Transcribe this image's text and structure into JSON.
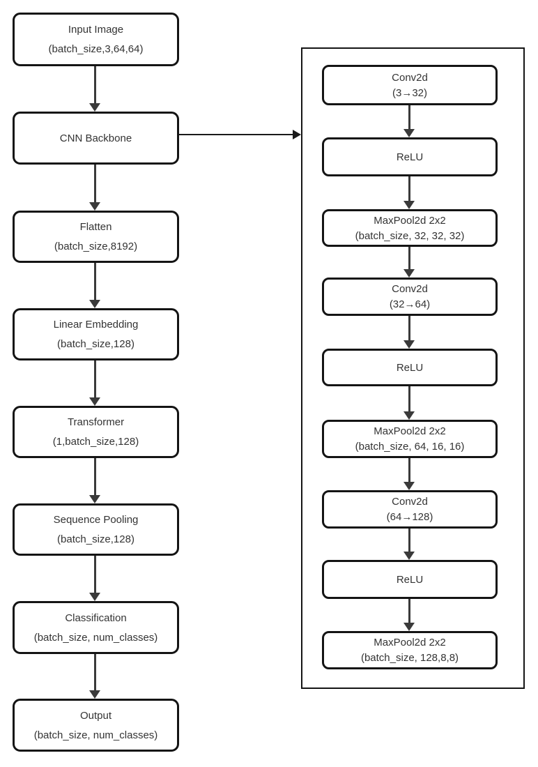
{
  "diagram": {
    "type": "flowchart",
    "subject": "CNN + Transformer image classification architecture",
    "colors": {
      "background": "#ffffff",
      "box_border": "#141414",
      "text": "#333333",
      "arrow": "#3a3a3a"
    },
    "left_column": {
      "nodes": [
        {
          "title": "Input Image",
          "subtitle": "(batch_size,3,64,64)"
        },
        {
          "title": "CNN Backbone",
          "subtitle": ""
        },
        {
          "title": "Flatten",
          "subtitle": "(batch_size,8192)"
        },
        {
          "title": "Linear Embedding",
          "subtitle": "(batch_size,128)"
        },
        {
          "title": "Transformer",
          "subtitle": "(1,batch_size,128)"
        },
        {
          "title": "Sequence Pooling",
          "subtitle": "(batch_size,128)"
        },
        {
          "title": "Classification",
          "subtitle": "(batch_size, num_classes)"
        },
        {
          "title": "Output",
          "subtitle": "(batch_size, num_classes)"
        }
      ]
    },
    "backbone_panel": {
      "nodes": [
        {
          "title": "Conv2d",
          "subtitle": "(3→32)"
        },
        {
          "title": "ReLU",
          "subtitle": ""
        },
        {
          "title": "MaxPool2d 2x2",
          "subtitle": "(batch_size, 32, 32, 32)"
        },
        {
          "title": "Conv2d",
          "subtitle": "(32→64)"
        },
        {
          "title": "ReLU",
          "subtitle": ""
        },
        {
          "title": "MaxPool2d 2x2",
          "subtitle": "(batch_size, 64, 16, 16)"
        },
        {
          "title": "Conv2d",
          "subtitle": "(64→128)"
        },
        {
          "title": "ReLU",
          "subtitle": ""
        },
        {
          "title": "MaxPool2d 2x2",
          "subtitle": "(batch_size, 128,8,8)"
        }
      ]
    },
    "edges": [
      {
        "from": "Input Image",
        "to": "CNN Backbone"
      },
      {
        "from": "CNN Backbone",
        "to": "Flatten"
      },
      {
        "from": "Flatten",
        "to": "Linear Embedding"
      },
      {
        "from": "Linear Embedding",
        "to": "Transformer"
      },
      {
        "from": "Transformer",
        "to": "Sequence Pooling"
      },
      {
        "from": "Sequence Pooling",
        "to": "Classification"
      },
      {
        "from": "Classification",
        "to": "Output"
      },
      {
        "from": "CNN Backbone",
        "to": "backbone detail panel",
        "type": "expansion"
      },
      {
        "from": "Conv2d (3→32)",
        "to": "ReLU"
      },
      {
        "from": "ReLU",
        "to": "MaxPool2d 2x2 (batch_size, 32, 32, 32)"
      },
      {
        "from": "MaxPool2d 2x2 (batch_size, 32, 32, 32)",
        "to": "Conv2d (32→64)"
      },
      {
        "from": "Conv2d (32→64)",
        "to": "ReLU"
      },
      {
        "from": "ReLU",
        "to": "MaxPool2d 2x2 (batch_size, 64, 16, 16)"
      },
      {
        "from": "MaxPool2d 2x2 (batch_size, 64, 16, 16)",
        "to": "Conv2d (64→128)"
      },
      {
        "from": "Conv2d (64→128)",
        "to": "ReLU"
      },
      {
        "from": "ReLU",
        "to": "MaxPool2d 2x2 (batch_size, 128,8,8)"
      }
    ]
  }
}
